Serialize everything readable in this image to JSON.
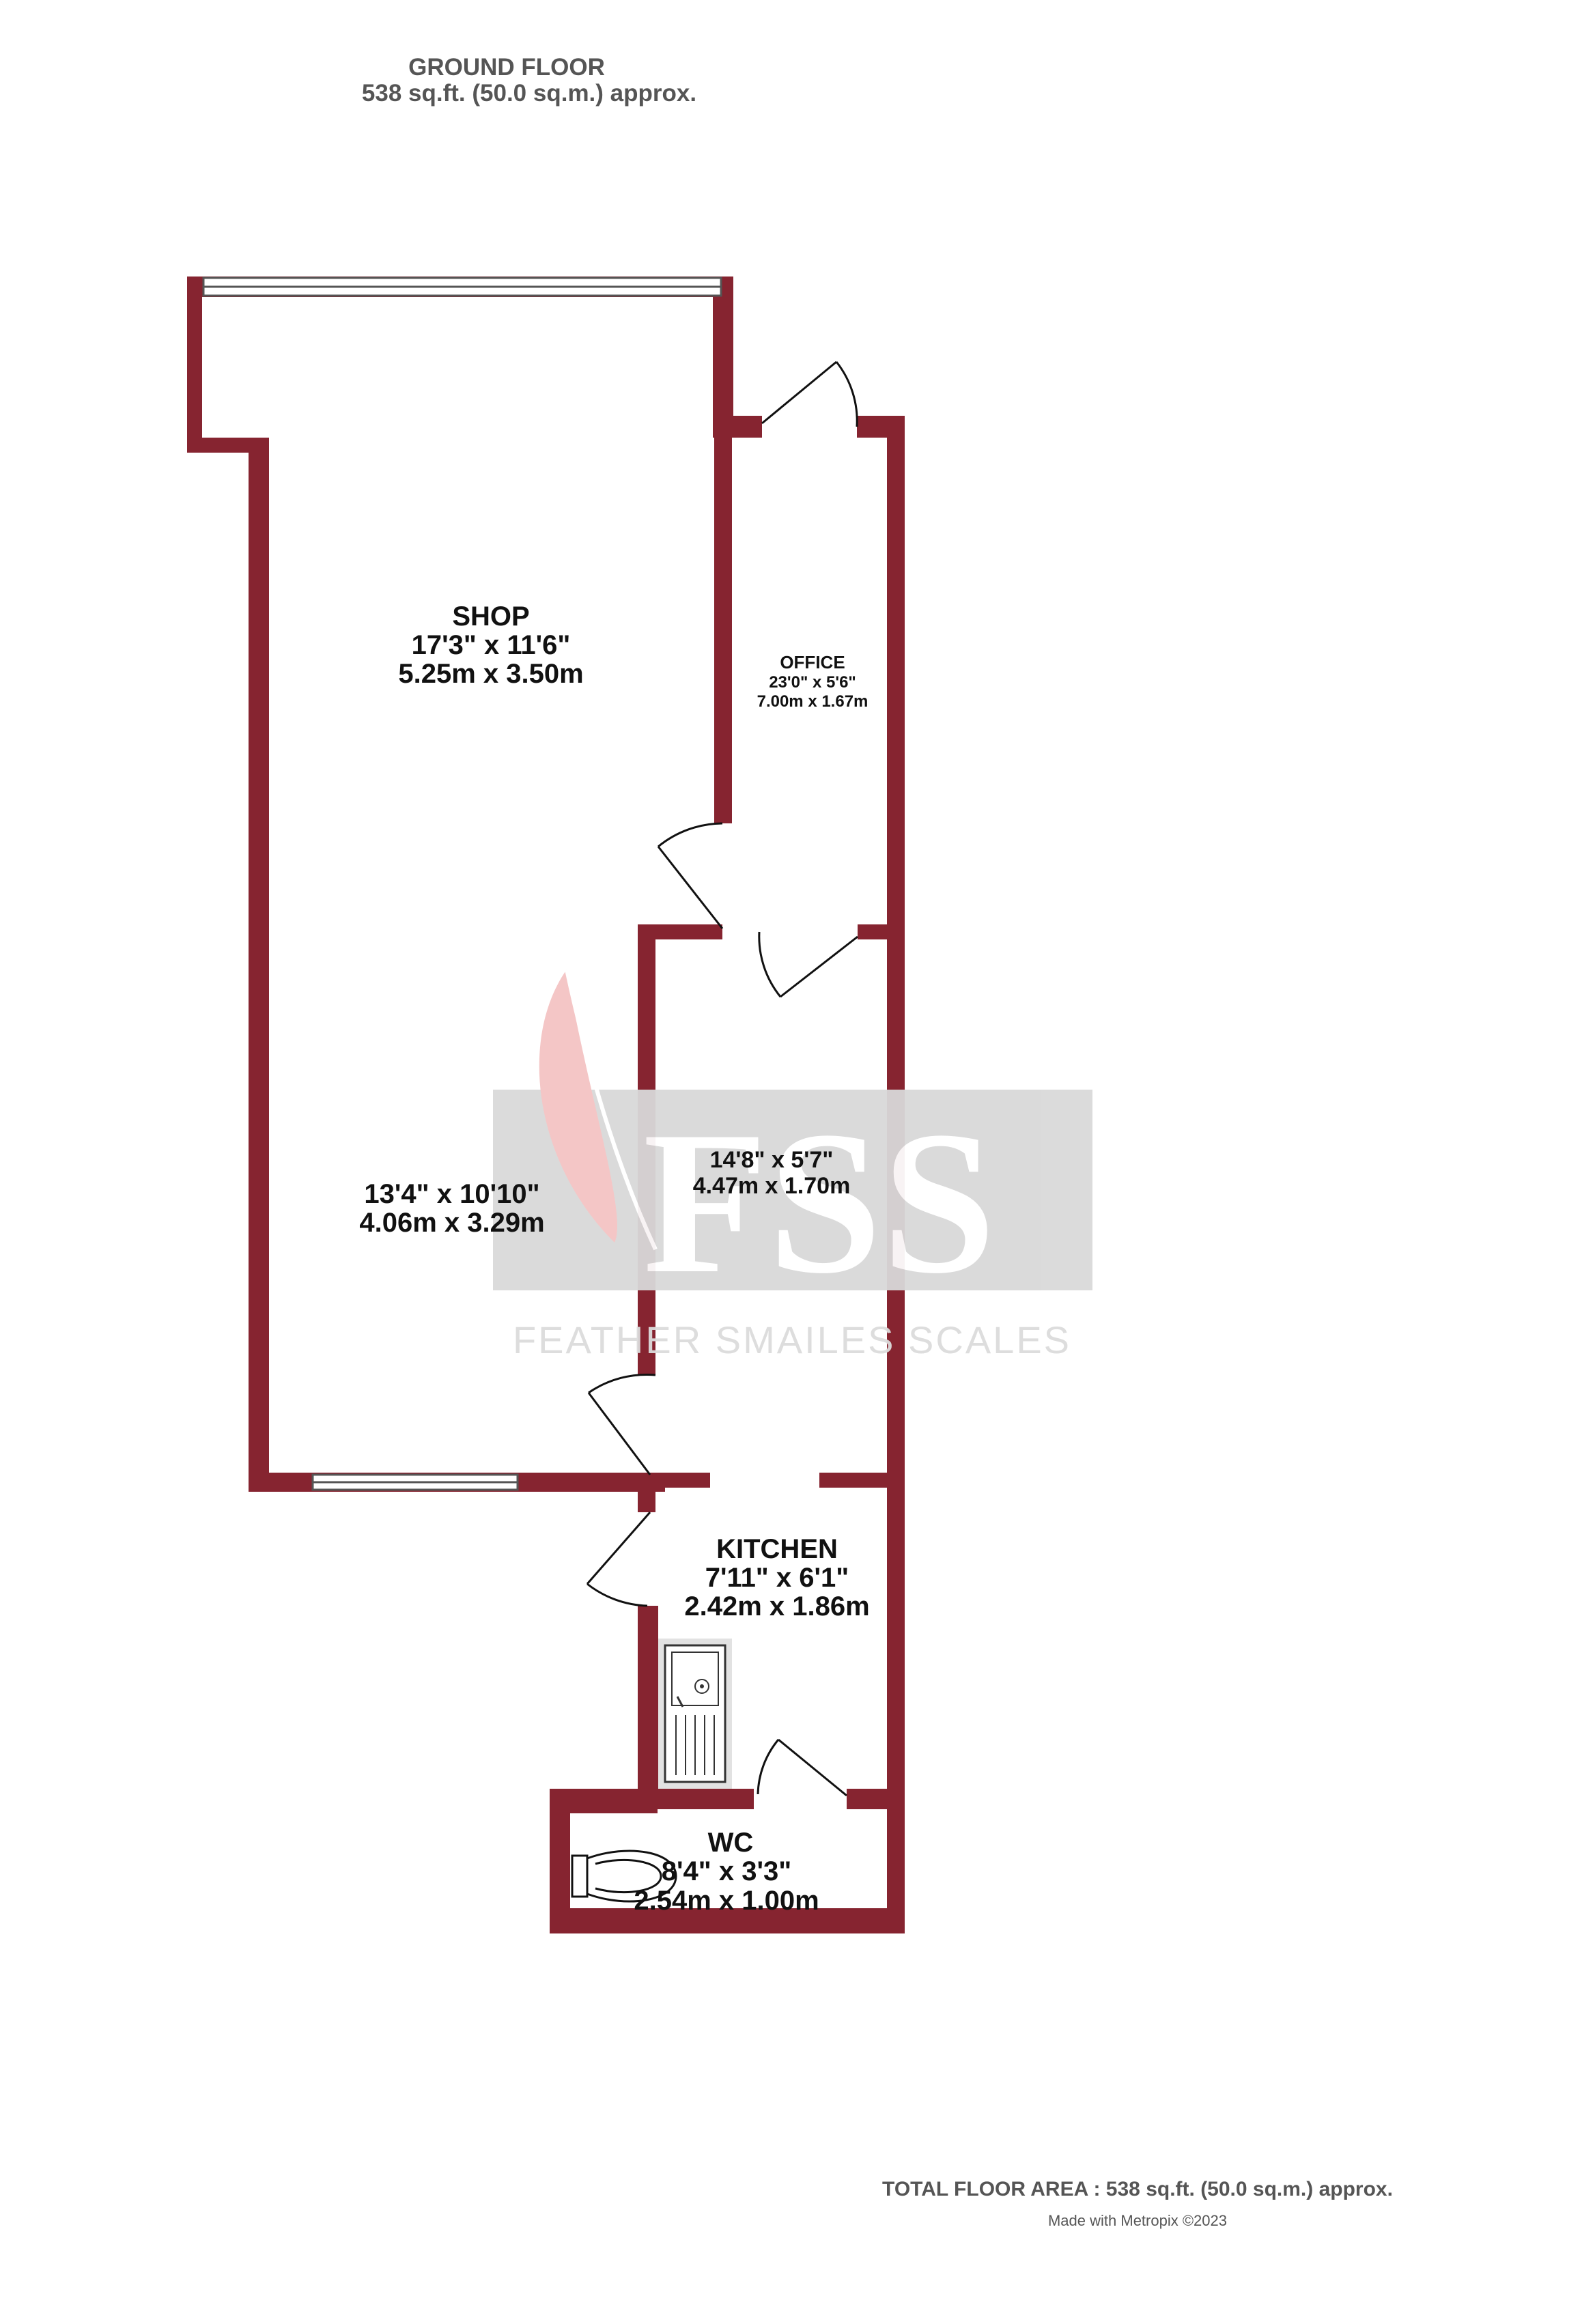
{
  "header": {
    "floor_name": "GROUND FLOOR",
    "floor_area": "538 sq.ft. (50.0 sq.m.) approx."
  },
  "rooms": {
    "shop": {
      "name": "SHOP",
      "dim_imperial": "17'3\"  x 11'6\"",
      "dim_metric": "5.25m  x 3.50m"
    },
    "shop_rear": {
      "dim_imperial": "13'4\"  x 10'10\"",
      "dim_metric": "4.06m  x 3.29m"
    },
    "office": {
      "name": "OFFICE",
      "dim_imperial": "23'0\"  x 5'6\"",
      "dim_metric": "7.00m  x 1.67m"
    },
    "store": {
      "dim_imperial": "14'8\"  x 5'7\"",
      "dim_metric": "4.47m  x 1.70m"
    },
    "kitchen": {
      "name": "KITCHEN",
      "dim_imperial": "7'11\"  x 6'1\"",
      "dim_metric": "2.42m  x 1.86m"
    },
    "wc": {
      "name": "WC",
      "dim_imperial": "8'4\"  x 3'3\"",
      "dim_metric": "2.54m  x 1.00m"
    }
  },
  "watermark": {
    "logo_text": "FSS",
    "tagline": "FEATHER SMAILES SCALES"
  },
  "footer": {
    "total_area": "TOTAL FLOOR AREA : 538 sq.ft. (50.0 sq.m.) approx.",
    "credit": "Made with Metropix ©2023"
  },
  "colors": {
    "wall": "#862430",
    "watermark_box": "#d9d9d9",
    "watermark_feather": "#f4c4c4"
  }
}
